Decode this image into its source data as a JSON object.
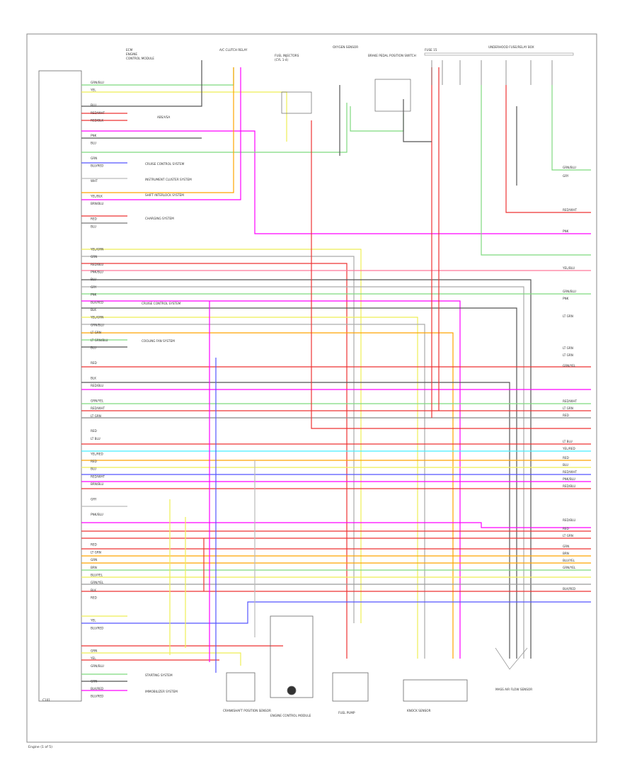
{
  "diagram": {
    "footer_left": "Engine (1 of 5)",
    "footer_page": "",
    "components": {
      "pcm_top": "ECM",
      "ac_relay_box": "A/C CLUTCH RELAY",
      "injectors": "FUEL INJECTORS",
      "fuse_box": "UNDERHOOD FUSE/RELAY BOX",
      "ecm_main": "ENGINE CONTROL MODULE",
      "crank_sensor": "CRANKSHAFT POSITION SENSOR",
      "brake_switch": "BRAKE PEDAL POSITION SWITCH",
      "o2_sensor": "OXYGEN SENSOR",
      "fuel_pump": "FUEL PUMP",
      "knock": "KNOCK SENSOR",
      "maf": "MASS AIR FLOW SENSOR",
      "connector_c101": "C101"
    },
    "notes": {
      "n1": "ABS/VSA",
      "n2": "CRUISE CONTROL SYSTEM",
      "n3": "INSTRUMENT CLUSTER SYSTEM",
      "n4": "SHIFT INTERLOCK SYSTEM",
      "n5": "CHARGING SYSTEM",
      "n6": "CRUISE CONTROL SYSTEM",
      "n7": "COOLING FAN SYSTEM",
      "n8": "STARTING SYSTEM",
      "n9": "IMMOBILIZER SYSTEM"
    },
    "wire_labels": {
      "left": [
        "GRN/BLU",
        "YEL",
        "",
        "BLU",
        "RED/WHT",
        "RED/BLK",
        "",
        "PNK",
        "BLU",
        "",
        "GRN",
        "BLU/RED",
        "",
        "WHT",
        "",
        "YEL/BLK",
        "BRN/BLU",
        "",
        "RED",
        "BLU",
        "",
        "",
        "YEL/GRN",
        "GRN",
        "RED/BLU",
        "PNK/BLU",
        "BLU",
        "GRY",
        "PNK",
        "BLK/RED",
        "BLK",
        "YEL/GRN",
        "GRN/BLU",
        "LT GRN",
        "LT GRN/BLU",
        "BLU",
        "",
        "RED",
        "",
        "BLK",
        "RED/BLU",
        "",
        "GRN/YEL",
        "RED/WHT",
        "LT GRN",
        "",
        "RED",
        "LT BLU",
        "",
        "YEL/RED",
        "RED",
        "BLU",
        "RED/WHT",
        "BRN/BLU",
        "",
        "GRY",
        "",
        "PNK/BLU",
        "",
        "",
        "",
        "RED",
        "LT GRN",
        "GRN",
        "BRN",
        "BLU/YEL",
        "GRN/YEL",
        "BLK",
        "RED",
        "",
        "",
        "YEL",
        "BLU/RED",
        "",
        "",
        "GRN",
        "YEL",
        "GRN/BLU",
        "",
        "GRN",
        "BLK/RED",
        "BLU/RED"
      ],
      "right": [
        "GRN/BLU",
        "GRY",
        "RED/WHT",
        "PNK",
        "YEL/BLU",
        "GRN/BLU",
        "PNK",
        "LT GRN",
        "LT GRN",
        "LT GRN",
        "GRN/YEL",
        "RED/WHT",
        "LT GRN",
        "RED",
        "LT BLU",
        "YEL/RED",
        "RED",
        "BLU",
        "RED/WHT",
        "PNK/BLU",
        "RED/BLU",
        "RED/BLU",
        "RED",
        "LT GRN",
        "GRN",
        "BRN",
        "BLU/YEL",
        "GRN/YEL",
        "BLK/RED"
      ]
    }
  }
}
